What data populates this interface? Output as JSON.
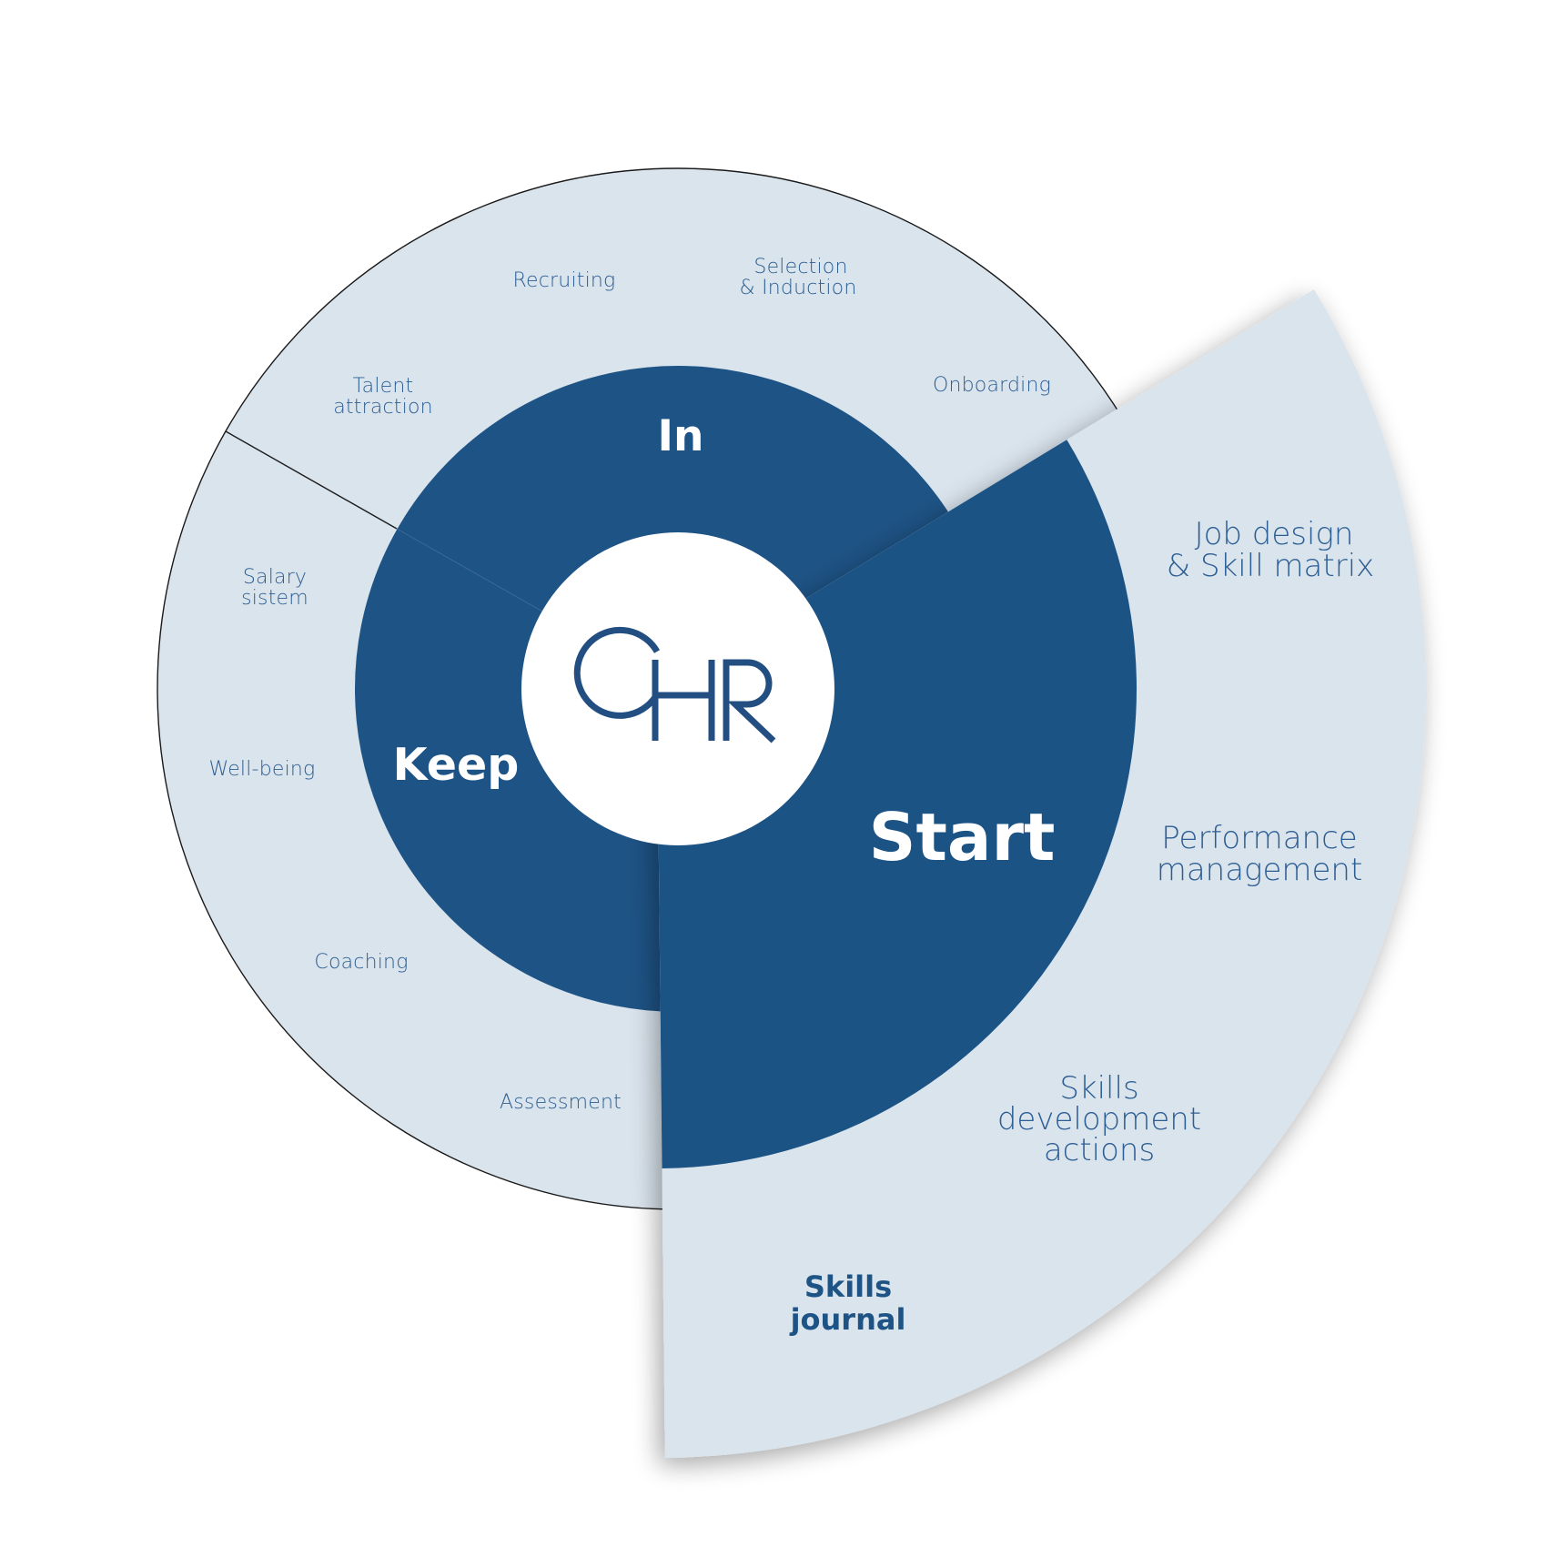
{
  "colors": {
    "dark_blue": "#1e5385",
    "light_blue": "#dae4ed",
    "label_text": "#2d5e93",
    "white": "#ffffff",
    "outline": "#1a1a1a"
  },
  "logo": {
    "name": "CHR",
    "icon": "chr-logo-icon"
  },
  "phases": {
    "in": {
      "label": "In"
    },
    "keep": {
      "label": "Keep"
    },
    "start": {
      "label": "Start",
      "highlighted": true
    }
  },
  "in_items": [
    {
      "lines": [
        "Talent",
        "attraction"
      ]
    },
    {
      "lines": [
        "Recruiting"
      ]
    },
    {
      "lines": [
        "Selection",
        "& Induction"
      ]
    },
    {
      "lines": [
        "Onboarding"
      ]
    }
  ],
  "keep_items": [
    {
      "lines": [
        "Salary",
        "sistem"
      ]
    },
    {
      "lines": [
        "Well-being"
      ]
    },
    {
      "lines": [
        "Coaching"
      ]
    },
    {
      "lines": [
        "Assessment"
      ]
    }
  ],
  "start_items": [
    {
      "lines": [
        "Job design",
        "& Skill matrix"
      ]
    },
    {
      "lines": [
        "Performance",
        "management"
      ]
    },
    {
      "lines": [
        "Skills",
        "development",
        "actions"
      ]
    },
    {
      "lines": [
        "Skills",
        "journal"
      ],
      "emphasis": "bold"
    }
  ]
}
